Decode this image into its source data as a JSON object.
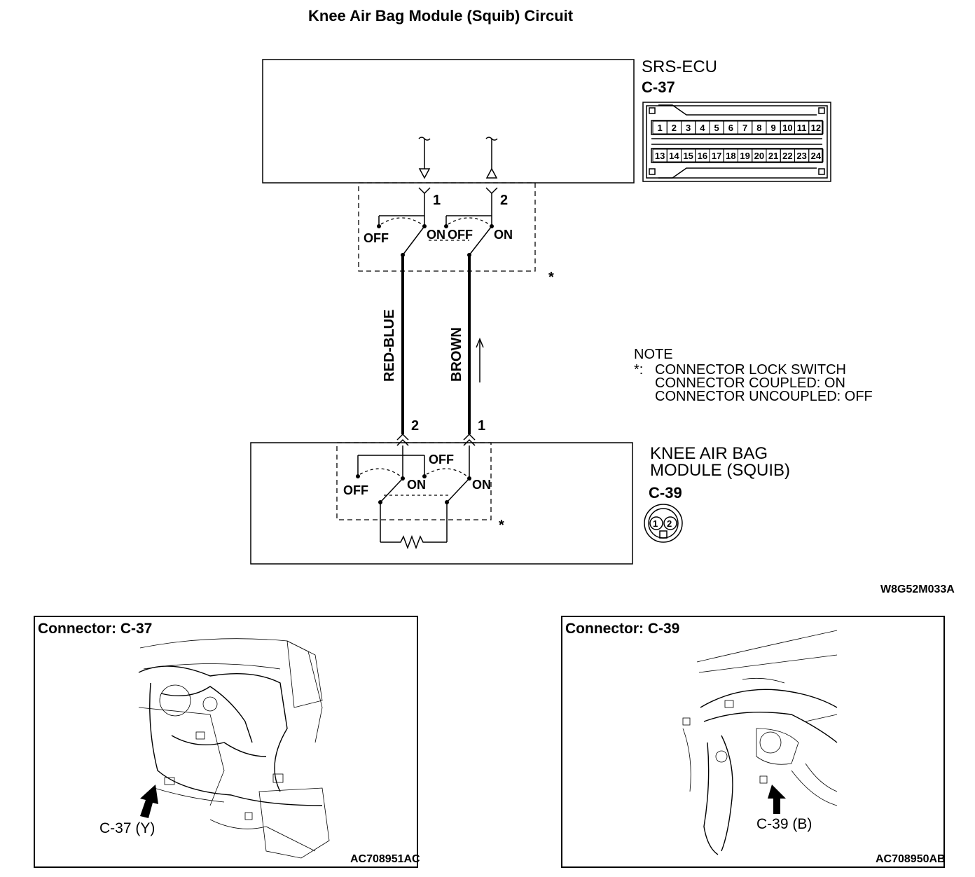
{
  "title": "Knee Air Bag Module (Squib) Circuit",
  "ecu": {
    "name": "SRS-ECU",
    "connector": "C-37",
    "pins_top": [
      "1",
      "2",
      "3",
      "4",
      "5",
      "6",
      "7",
      "8",
      "9",
      "10",
      "11",
      "12"
    ],
    "pins_bottom": [
      "13",
      "14",
      "15",
      "16",
      "17",
      "18",
      "19",
      "20",
      "21",
      "22",
      "23",
      "24"
    ]
  },
  "switch_labels": {
    "off": "OFF",
    "on": "ON",
    "star": "*"
  },
  "ecu_terminals": [
    "1",
    "2"
  ],
  "wires": [
    {
      "color": "RED-BLUE",
      "module_terminal": "2"
    },
    {
      "color": "BROWN",
      "module_terminal": "1"
    }
  ],
  "note": {
    "heading": "NOTE",
    "star": "*:",
    "lines": [
      "CONNECTOR LOCK SWITCH",
      "CONNECTOR COUPLED: ON",
      "CONNECTOR UNCOUPLED: OFF"
    ]
  },
  "module": {
    "name_line1": "KNEE AIR BAG",
    "name_line2": "MODULE (SQUIB)",
    "connector": "C-39",
    "pins": [
      "1",
      "2"
    ]
  },
  "diagram_code": "W8G52M033A",
  "panels": [
    {
      "title": "Connector: C-37",
      "label": "C-37 (Y)",
      "code": "AC708951AC"
    },
    {
      "title": "Connector: C-39",
      "label": "C-39 (B)",
      "code": "AC708950AB"
    }
  ]
}
